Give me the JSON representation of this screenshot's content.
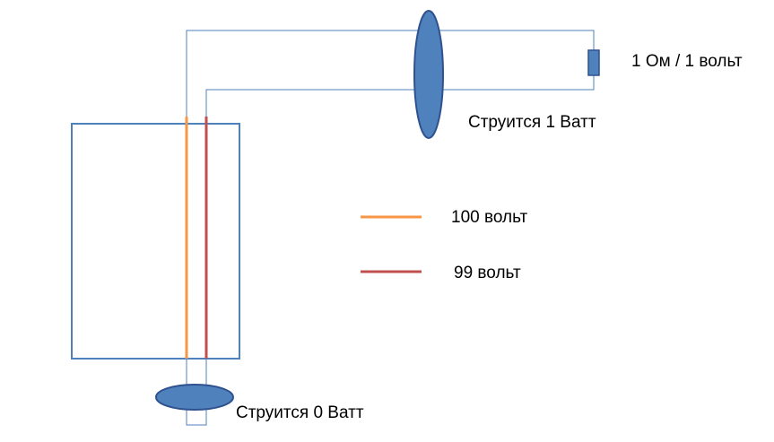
{
  "labels": {
    "resistor": "1 Ом / 1 вольт",
    "top_flux": "Струится 1 Ватт",
    "bottom_flux": "Струится 0 Ватт"
  },
  "legend": [
    {
      "label": "100 вольт",
      "color": "#f79646"
    },
    {
      "label": "99 вольт",
      "color": "#c0504d"
    }
  ],
  "colors": {
    "wire": "#4f81bd",
    "box_outline": "#4f81bd",
    "ellipse_fill": "#4f81bd",
    "ellipse_stroke": "#2f528f",
    "conductor_100v": "#f79646",
    "conductor_99v": "#c0504d"
  }
}
